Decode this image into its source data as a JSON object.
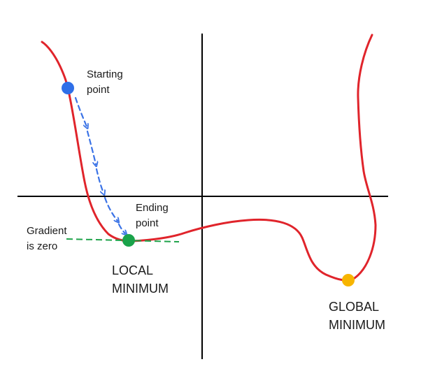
{
  "labels": {
    "starting_point": [
      "Starting",
      "point"
    ],
    "ending_point": [
      "Ending",
      "point"
    ],
    "gradient_zero": [
      "Gradient",
      "is zero"
    ],
    "local_minimum": [
      "LOCAL",
      "MINIMUM"
    ],
    "global_minimum": [
      "GLOBAL",
      "MINIMUM"
    ]
  },
  "colors": {
    "curve": "#e0242b",
    "axes": "#000000",
    "descent_arrows": "#3b73e6",
    "tangent_line": "#1fa34a",
    "starting_point": "#2f6fe8",
    "local_minimum_point": "#1aa34a",
    "global_minimum_point": "#f7b500"
  }
}
